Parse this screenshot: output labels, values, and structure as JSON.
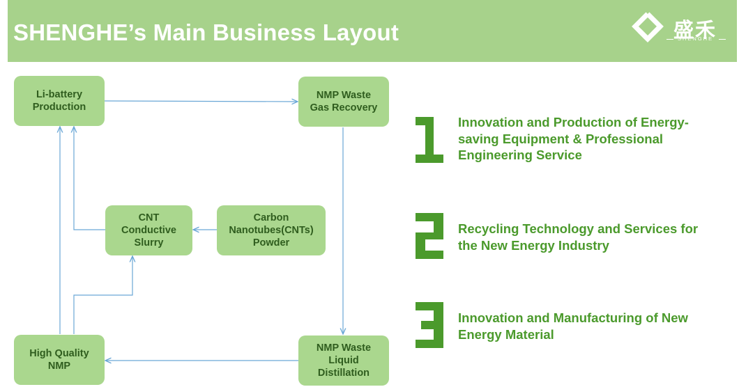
{
  "header": {
    "title": "SHENGHE’s Main Business Layout",
    "logo_cn": "盛禾",
    "logo_en": "SHENGHE",
    "logo_icon": "diamond-s-logo-icon"
  },
  "colors": {
    "header_bg": "#a7d28b",
    "node_bg": "#aad78e",
    "node_text": "#2f5d1e",
    "arrow": "#6aa7d6",
    "accent_green": "#4b9a2c"
  },
  "diagram": {
    "nodes": {
      "li_battery": "Li-battery\nProduction",
      "nmp_waste_gas": "NMP Waste\nGas Recovery",
      "cnt_slurry": "CNT\nConductive\nSlurry",
      "cnt_powder": "Carbon\nNanotubes(CNTs)\nPowder",
      "high_quality_nmp": "High Quality\nNMP",
      "nmp_distillation": "NMP Waste\nLiquid\nDistillation"
    }
  },
  "business": [
    {
      "number": "1",
      "text": "Innovation and Production of Energy-\nsaving Equipment & Professional\nEngineering Service"
    },
    {
      "number": "2",
      "text": "Recycling Technology and Services for\nthe New Energy Industry"
    },
    {
      "number": "3",
      "text": "Innovation and Manufacturing of New\nEnergy Material"
    }
  ]
}
